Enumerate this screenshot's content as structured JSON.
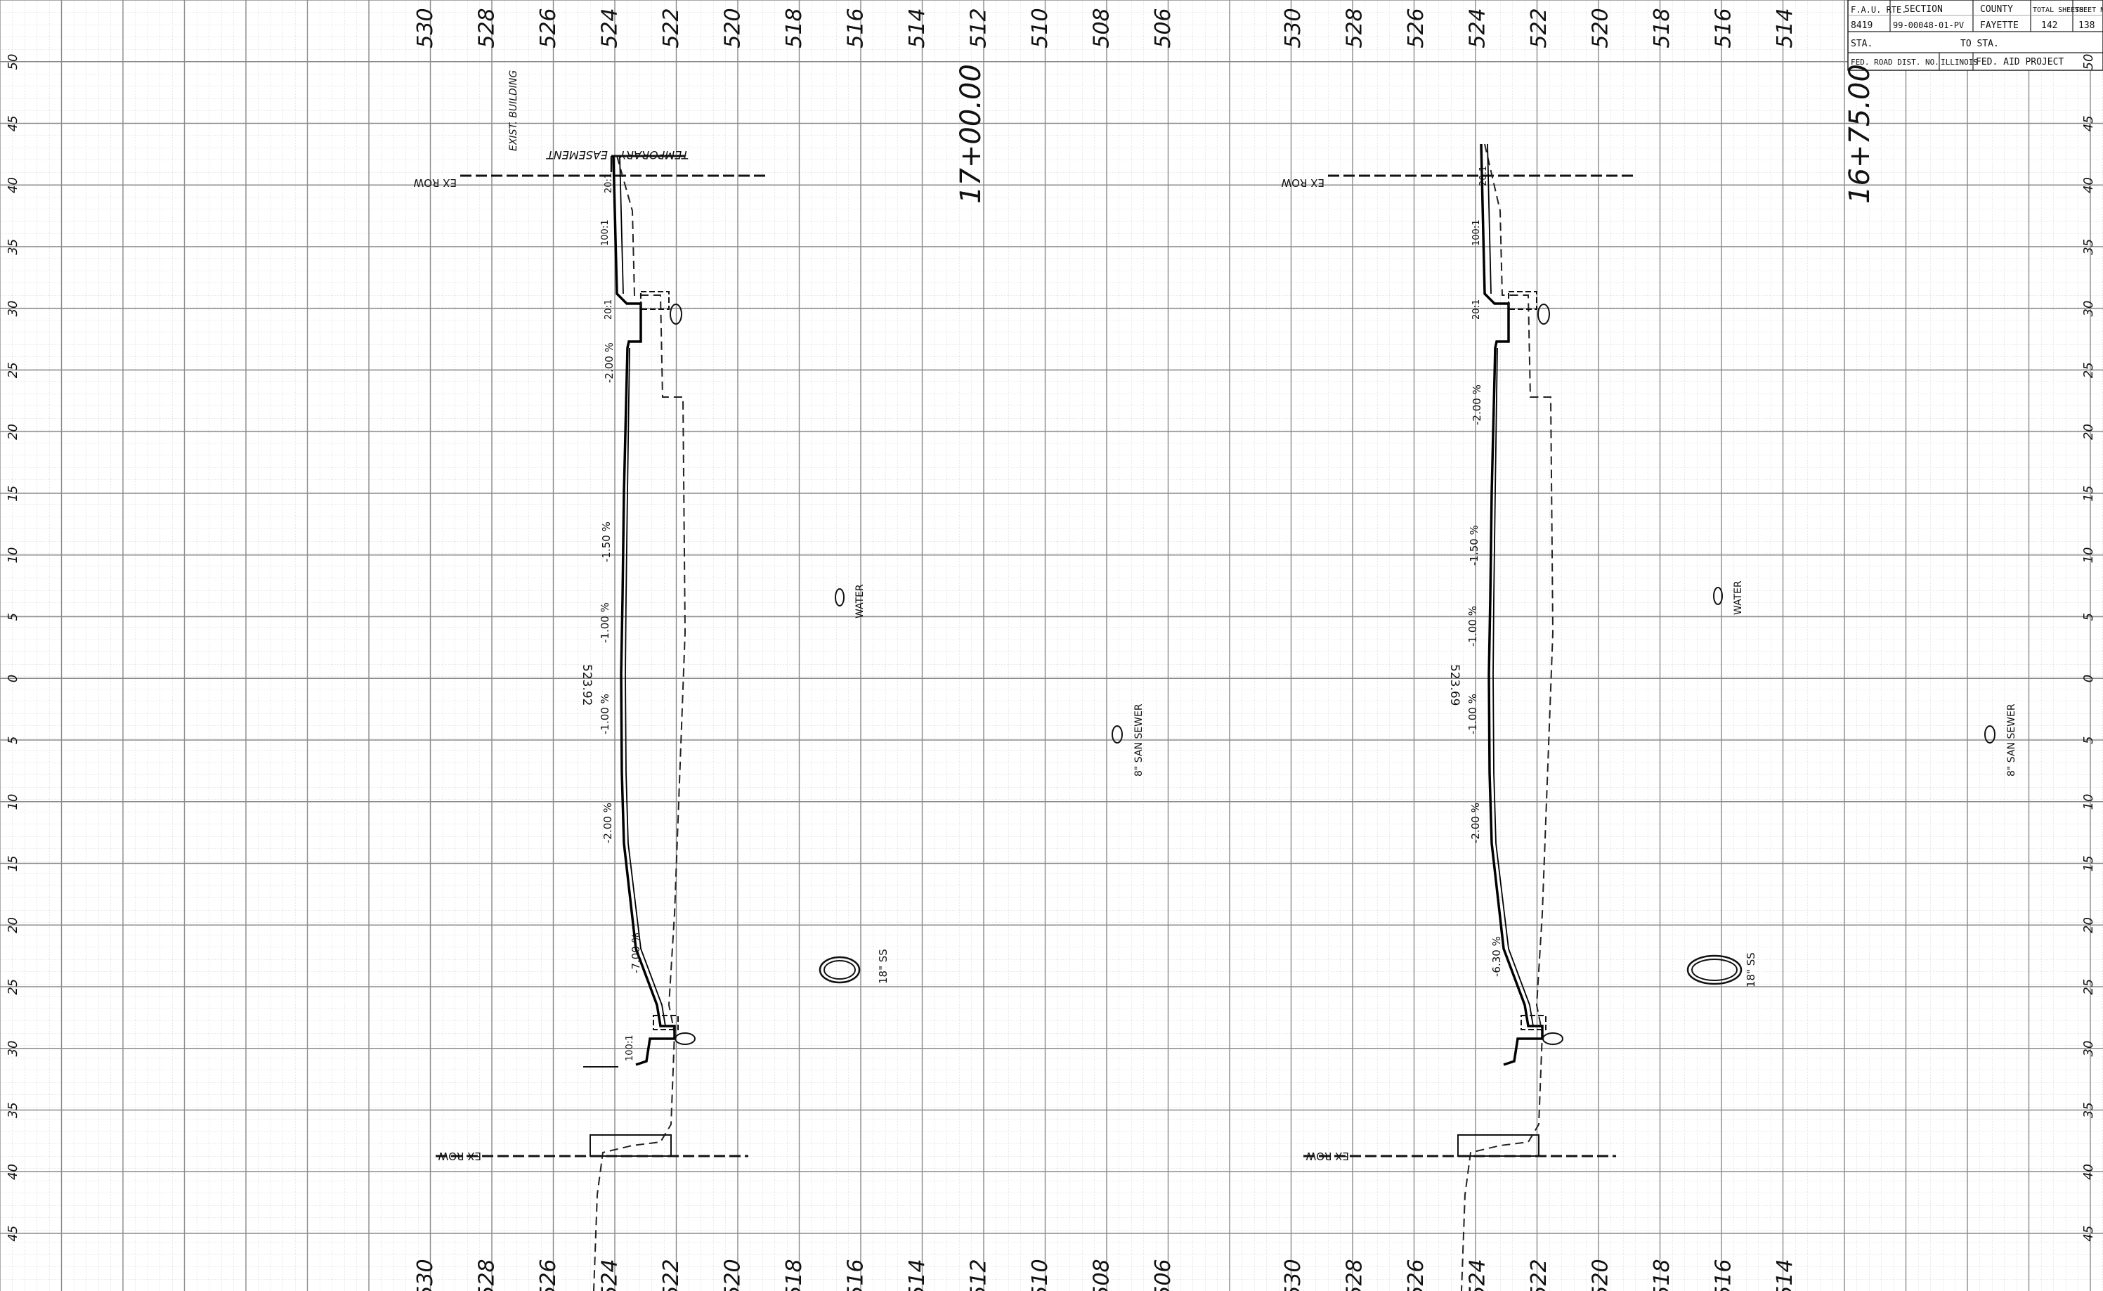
{
  "title_block": {
    "rte_label": "F.A.U. RTE.",
    "section_label": "SECTION",
    "county_label": "COUNTY",
    "total_sheets_label": "TOTAL SHEETS",
    "sheet_no_label": "SHEET NO.",
    "rte_value": "8419",
    "section_value": "99-00048-01-PV",
    "county_value": "FAYETTE",
    "total_sheets_value": "142",
    "sheet_no_value": "138",
    "sta_label": "STA.",
    "to_sta_label": "TO STA.",
    "fed_road_label": "FED. ROAD DIST. NO.",
    "state_label": "ILLINOIS",
    "fed_aid_label": "FED. AID PROJECT"
  },
  "elevation_labels": [
    "530",
    "528",
    "526",
    "524",
    "522",
    "520",
    "518",
    "516",
    "514",
    "512",
    "510",
    "508",
    "506"
  ],
  "offset_labels": [
    "50",
    "45",
    "40",
    "35",
    "30",
    "25",
    "20",
    "15",
    "10",
    "5",
    "0",
    "5",
    "10",
    "15",
    "20",
    "25",
    "30",
    "35",
    "40",
    "45"
  ],
  "left_section": {
    "station": "17+00.00",
    "center_elevation": "523.92",
    "slopes": [
      "-2.00 %",
      "-1.50 %",
      "-1.00 %",
      "-1.00 %",
      "-2.00 %",
      "-7.00 %"
    ],
    "curb_labels": [
      "20:1",
      "20:1",
      "100:1",
      "100:1"
    ],
    "ex_row": "EX ROW",
    "easement": "EASEMENT",
    "temporary": "TEMPORARY",
    "exist_building": "EXIST. BUILDING",
    "water": "WATER",
    "san_sewer": "8\" SAN SEWER",
    "storm_sewer": "18\" SS"
  },
  "right_section": {
    "station": "16+75.00",
    "center_elevation": "523.69",
    "slopes": [
      "-2.00 %",
      "-1.50 %",
      "-1.00 %",
      "-1.00 %",
      "-2.00 %",
      "-6.30 %"
    ],
    "curb_labels": [
      "20:1",
      "20:1",
      "100:1"
    ],
    "ex_row": "EX ROW",
    "water": "WATER",
    "san_sewer": "8\" SAN SEWER",
    "storm_sewer": "18\" SS"
  }
}
